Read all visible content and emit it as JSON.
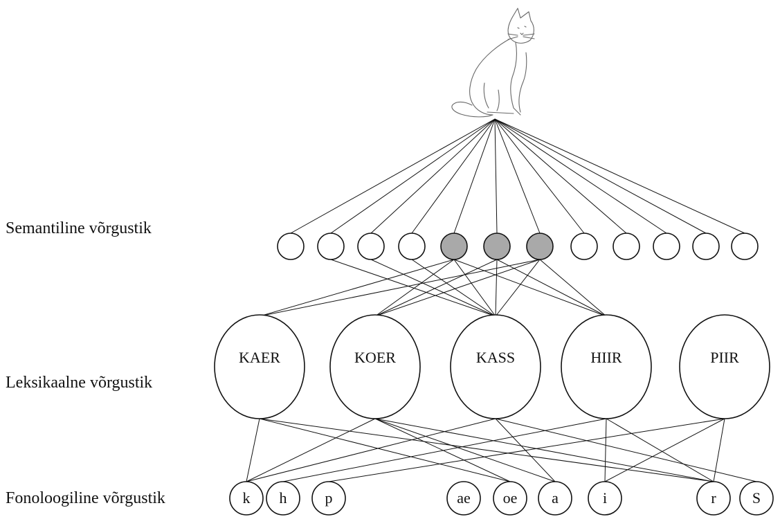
{
  "layers": {
    "semantic_label": "Semantiline võrgustik",
    "lexical_label": "Leksikaalne võrgustik",
    "phonological_label": "Fonoloogiline võrgustik"
  },
  "picture": {
    "subject": "cat"
  },
  "semantic_nodes": [
    {
      "active": false
    },
    {
      "active": false
    },
    {
      "active": false
    },
    {
      "active": false
    },
    {
      "active": true
    },
    {
      "active": true
    },
    {
      "active": true
    },
    {
      "active": false
    },
    {
      "active": false
    },
    {
      "active": false
    },
    {
      "active": false
    },
    {
      "active": false
    }
  ],
  "lexical_nodes": [
    {
      "label": "KAER"
    },
    {
      "label": "KOER"
    },
    {
      "label": "KASS"
    },
    {
      "label": "HIIR"
    },
    {
      "label": "PIIR"
    }
  ],
  "phonological_nodes": [
    {
      "label": "k"
    },
    {
      "label": "h"
    },
    {
      "label": "p"
    },
    {
      "label": "ae"
    },
    {
      "label": "oe"
    },
    {
      "label": "a"
    },
    {
      "label": "i"
    },
    {
      "label": "r"
    },
    {
      "label": "S"
    }
  ],
  "semantic_lexical_links": [
    [
      4,
      1
    ],
    [
      5,
      1
    ],
    [
      6,
      1
    ],
    [
      1,
      2
    ],
    [
      2,
      2
    ],
    [
      3,
      2
    ],
    [
      4,
      2
    ],
    [
      5,
      2
    ],
    [
      6,
      2
    ],
    [
      4,
      3
    ],
    [
      5,
      3
    ],
    [
      6,
      3
    ],
    [
      4,
      0
    ],
    [
      6,
      0
    ]
  ],
  "lexical_phonological_links": [
    [
      0,
      0
    ],
    [
      0,
      4
    ],
    [
      0,
      7
    ],
    [
      1,
      0
    ],
    [
      1,
      4
    ],
    [
      1,
      5
    ],
    [
      1,
      7
    ],
    [
      2,
      0
    ],
    [
      2,
      5
    ],
    [
      2,
      8
    ],
    [
      3,
      1
    ],
    [
      3,
      6
    ],
    [
      3,
      7
    ],
    [
      4,
      2
    ],
    [
      4,
      6
    ],
    [
      4,
      7
    ]
  ],
  "colors": {
    "active_fill": "#a9a9a9",
    "inactive_fill": "#ffffff",
    "stroke": "#111111"
  }
}
